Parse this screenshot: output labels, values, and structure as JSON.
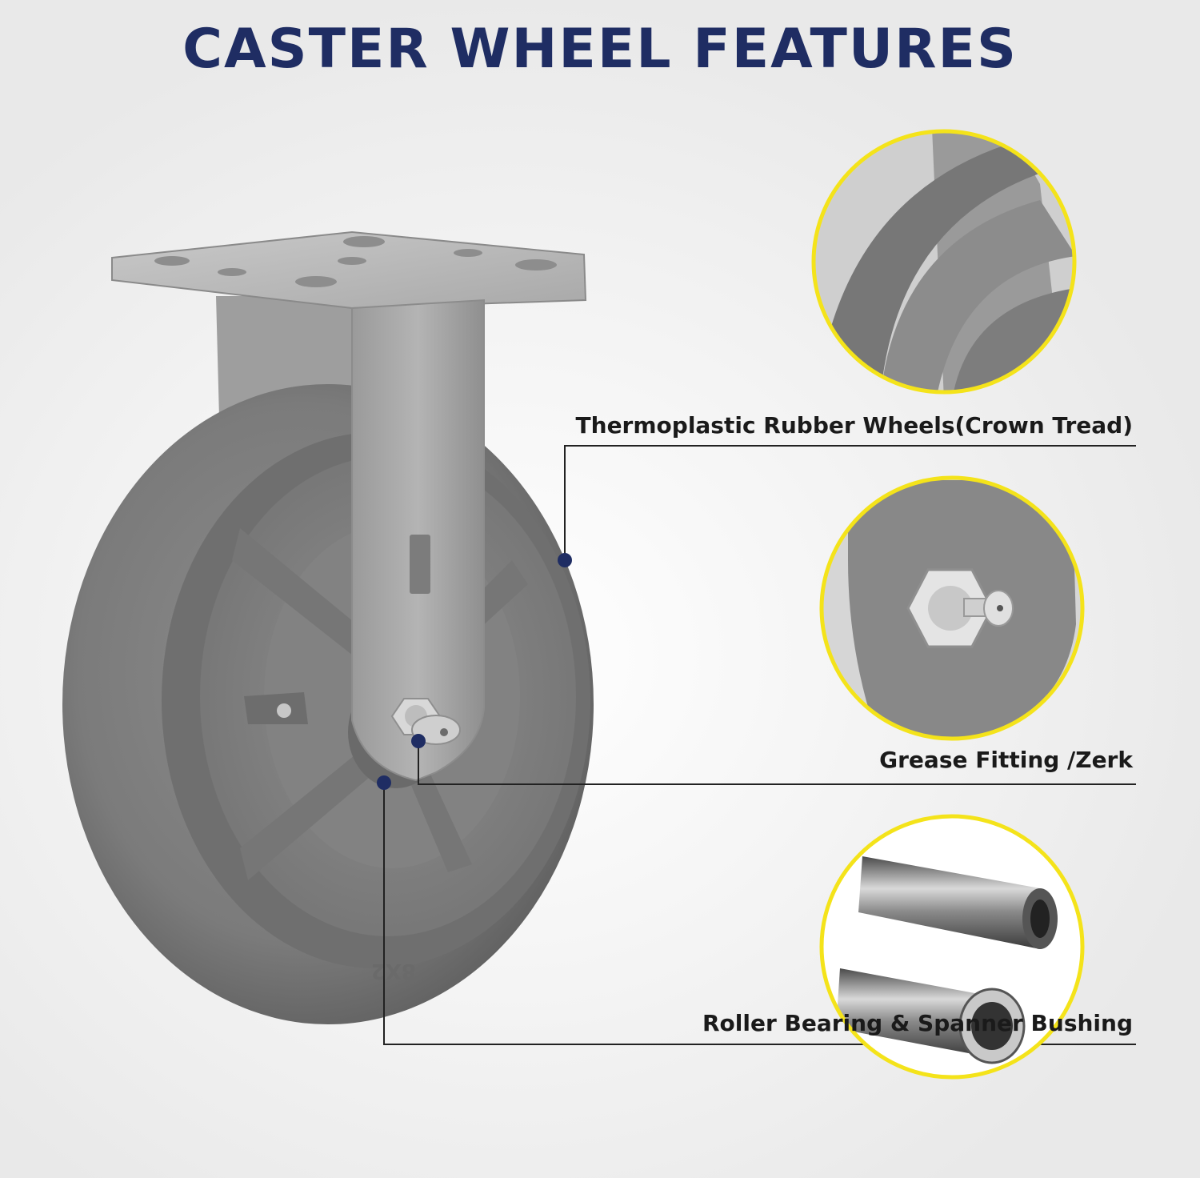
{
  "title": "CASTER WHEEL FEATURES",
  "features": [
    {
      "label": "Thermoplastic Rubber Wheels(Crown Tread)"
    },
    {
      "label": "Grease Fitting /Zerk"
    },
    {
      "label": "Roller Bearing & Spanner Bushing"
    }
  ],
  "wheel_marking": "8X2",
  "colors": {
    "title": "#1f2d63",
    "callout_ring": "#f4e31a",
    "callout_dot": "#1f2d63",
    "wheel": "#7a7a7a",
    "hub": "#8b8b8b",
    "bracket": "#a6a6a6"
  }
}
